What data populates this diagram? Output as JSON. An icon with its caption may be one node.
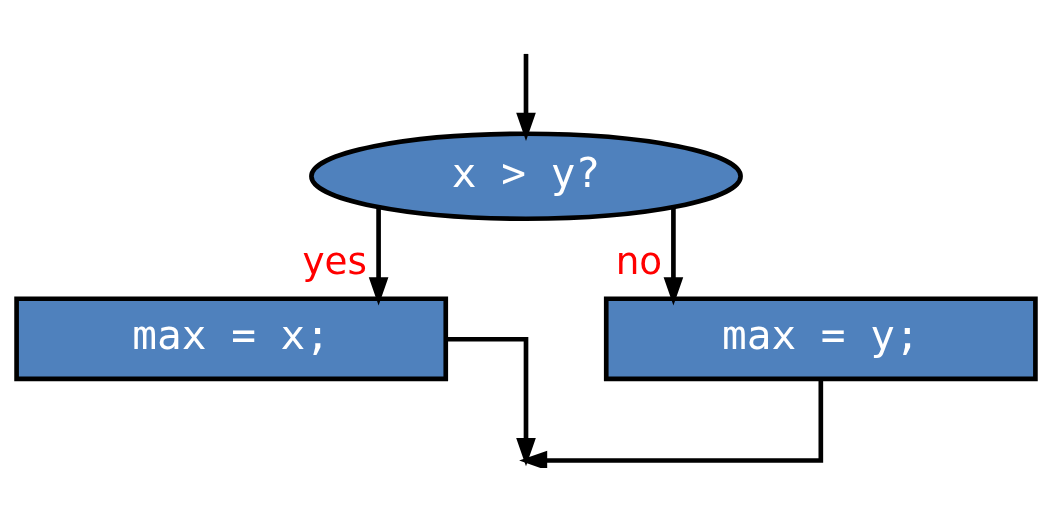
{
  "diagram": {
    "nodes": [
      {
        "text": [
          "x > y?"
        ]
      },
      {
        "text": [
          "max = x;"
        ]
      },
      {
        "text": [
          "max = y;"
        ]
      }
    ],
    "edges": [
      {
        "from": null,
        "to": 0,
        "arrow": "to"
      },
      {
        "from": 0,
        "to": 1,
        "arrow": "to",
        "label": "yes"
      },
      {
        "from": 0,
        "to": 2,
        "arrow": "to",
        "label": "no"
      },
      {
        "from": 1,
        "to": null,
        "arrow": "to"
      },
      {
        "from": 2,
        "to": null,
        "arrow": "to"
      }
    ]
  }
}
